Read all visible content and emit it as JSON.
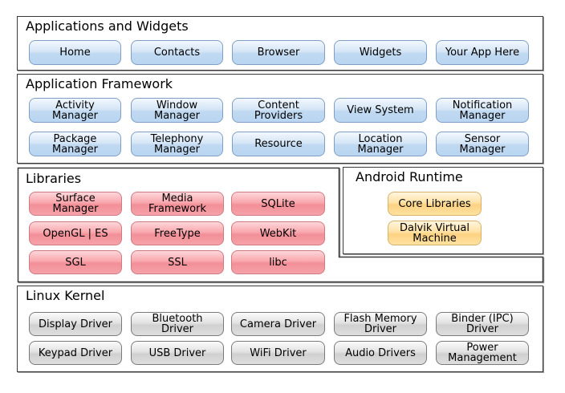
{
  "layers": {
    "applications": {
      "title": "Applications and Widgets",
      "items": [
        "Home",
        "Contacts",
        "Browser",
        "Widgets",
        "Your App Here"
      ]
    },
    "framework": {
      "title": "Application Framework",
      "items": [
        "Activity Manager",
        "Window Manager",
        "Content Providers",
        "View System",
        "Notification Manager",
        "Package Manager",
        "Telephony Manager",
        "Resource",
        "Location Manager",
        "Sensor Manager"
      ]
    },
    "libraries": {
      "title": "Libraries",
      "items": [
        "Surface Manager",
        "Media Framework",
        "SQLite",
        "OpenGL | ES",
        "FreeType",
        "WebKit",
        "SGL",
        "SSL",
        "libc"
      ]
    },
    "runtime": {
      "title": "Android Runtime",
      "items": [
        "Core Libraries",
        "Dalvik Virtual Machine"
      ]
    },
    "kernel": {
      "title": "Linux Kernel",
      "items": [
        "Display Driver",
        "Bluetooth Driver",
        "Camera Driver",
        "Flash Memory Driver",
        "Binder (IPC) Driver",
        "Keypad Driver",
        "USB Driver",
        "WiFi Driver",
        "Audio Drivers",
        "Power Management"
      ]
    }
  },
  "colors": {
    "applications": "#c0d9f1",
    "framework": "#c0d9f1",
    "libraries": "#f28f97",
    "runtime": "#fdd283",
    "kernel": "#d0d0d0",
    "border": "#3a3a3a"
  }
}
